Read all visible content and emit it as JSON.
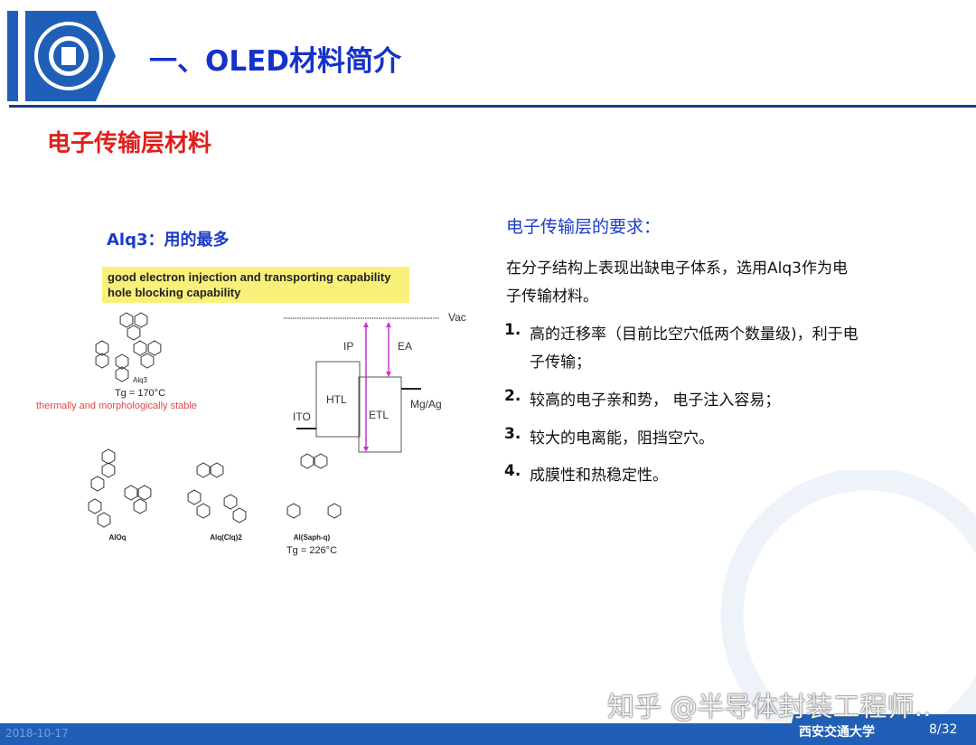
{
  "header": {
    "title": "一、OLED材料简介"
  },
  "subtitle": "电子传输层材料",
  "left": {
    "alq3_label": "Alq3：用的最多",
    "highlight": [
      "good electron injection and transporting capability",
      "hole blocking capability"
    ],
    "alq3_name": "Alq3",
    "alq3_tg": "Tg = 170°C",
    "alq3_note": "thermally and morphologically stable",
    "molecules": [
      {
        "name": "AlOq"
      },
      {
        "name": "Alq(Clq)2"
      },
      {
        "name": "Al(Saph-q)",
        "tg": "Tg = 226°C"
      }
    ],
    "diagram": {
      "vac": "Vac",
      "ip": "IP",
      "ea": "EA",
      "htl": "HTL",
      "etl": "ETL",
      "ito": "ITO",
      "cathode": "Mg/Ag"
    }
  },
  "right": {
    "heading": "电子传输层的要求：",
    "intro": [
      "在分子结构上表现出缺电子体系，选用Alq3作为电",
      "子传输材料。"
    ],
    "items": [
      {
        "num": "1.",
        "lines": [
          "高的迁移率（目前比空穴低两个数量级)，利于电",
          "子传输；"
        ]
      },
      {
        "num": "2.",
        "lines": [
          "较高的电子亲和势， 电子注入容易；"
        ]
      },
      {
        "num": "3.",
        "lines": [
          "较大的电离能，阻挡空穴。"
        ]
      },
      {
        "num": "4.",
        "lines": [
          "成膜性和热稳定性。"
        ]
      }
    ]
  },
  "footer": {
    "date": "2018-10-17",
    "university": "西安交通大学",
    "page": "8/32"
  },
  "watermark": "知乎 @半导体封装工程师..",
  "colors": {
    "brand_blue": "#1f5fb8",
    "title_blue": "#1432c8",
    "red": "#e0201c",
    "highlight": "#f9f07a",
    "arrow": "#cc33cc"
  }
}
